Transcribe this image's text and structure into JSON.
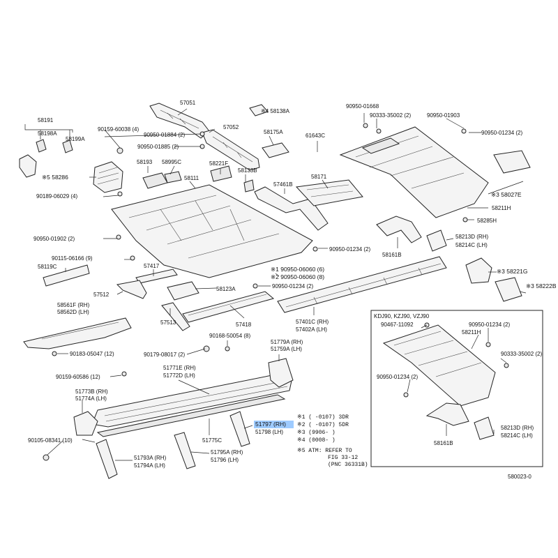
{
  "labels": {
    "p57051": "57051",
    "p58138A": "※4 58138A",
    "p58191": "58191",
    "p58198A": "58198A",
    "p58199A": "58199A",
    "p90159_60038": "90159-60038 (4)",
    "p90950_01884": "90950-01884 (2)",
    "p90950_01885": "90950-01885 (2)",
    "p57052": "57052",
    "p58175A": "58175A",
    "p61643C": "61643C",
    "p90950_01668": "90950-01668",
    "p90333_35002a": "90333-35002 (2)",
    "p90950_01903": "90950-01903",
    "p90950_01234a": "90950-01234 (2)",
    "p58286": "※5 58286",
    "p58193": "58193",
    "p58995C": "58995C",
    "p58221F": "58221F",
    "p58133B": "58133B",
    "p58111": "58111",
    "p57461B": "57461B",
    "p58171": "58171",
    "p90189_06029": "90189-06029 (4)",
    "p58027E": "※3 58027E",
    "p58211H": "58211H",
    "p58285H": "58285H",
    "p90950_01902": "90950-01902 (2)",
    "p90950_01234b": "90950-01234 (2)",
    "p58161Ba": "58161B",
    "p58213D": "58213D (RH)",
    "p58214C": "58214C (LH)",
    "p90115_06166": "90115-06166 (9)",
    "p58119C": "58119C",
    "p57417": "57417",
    "p90950_06060a": "※1 90950-06060 (6)",
    "p90950_06060b": "※2 90950-06060 (8)",
    "p58221G": "※3 58221G",
    "p57512": "57512",
    "p58123A": "58123A",
    "p90950_01234c": "90950-01234 (2)",
    "p58222B": "※3 58222B",
    "p58561F": "58561F (RH)",
    "p58562D": "58562D (LH)",
    "p57513": "57513",
    "p57418": "57418",
    "p57401C": "57401C (RH)",
    "p57402A": "57402A (LH)",
    "p90183_05047": "90183-05047 (12)",
    "p90179_08017": "90179-08017 (2)",
    "p90168_50054": "90168-50054 (8)",
    "p51779A": "51779A (RH)",
    "p51759A": "51759A (LH)",
    "p90159_60586": "90159-60586 (12)",
    "p51771E": "51771E (RH)",
    "p51772D": "51772D (LH)",
    "p51773B": "51773B (RH)",
    "p51774A": "51774A (LH)",
    "p51797": "51797 (RH)",
    "p51798": "51798 (LH)",
    "p90105_08341": "90105-08341 (10)",
    "p51775C": "51775C",
    "p51793A": "51793A (RH)",
    "p51794A": "51794A (LH)",
    "p51795A": "51795A (RH)",
    "p51796": "51796   (LH)",
    "inset_title": "KDJ90, KZJ90, VZJ90",
    "i90467_11092": "90467-11092",
    "i90950_01234a": "90950-01234 (2)",
    "i58211H": "58211H",
    "i90333_35002": "90333-35002 (2)",
    "i90950_01234b": "90950-01234 (2)",
    "i58161B": "58161B",
    "i58213D": "58213D (RH)",
    "i58214C": "58214C (LH)",
    "diagram_code": "580023-0"
  },
  "notes": {
    "n1": "※1 (      -0107) 3DR",
    "n2": "※2 (      -0107) 5DR",
    "n3": "※3 (9906-       )",
    "n4": "※4 (0008-       )",
    "n5a": "※5 ATM: REFER TO",
    "n5b": "FIG 33-12",
    "n5c": "(PNC 36331B)"
  },
  "highlight_color": "#9ecbff"
}
